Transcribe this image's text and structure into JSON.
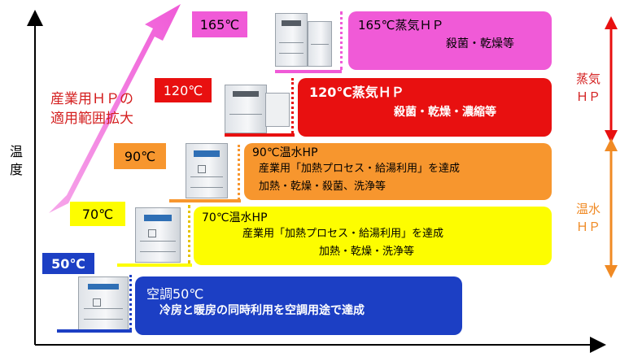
{
  "axes": {
    "y_label_line1": "温",
    "y_label_line2": "度"
  },
  "arrow_text": {
    "line1": "産業用ＨＰの",
    "line2": "適用範囲拡大"
  },
  "levels": [
    {
      "temp": "50℃",
      "title": "空調50℃",
      "line1": "冷房と暖房の同時利用を空調用途で達成",
      "line2": ""
    },
    {
      "temp": "70℃",
      "title": "70℃温水HP",
      "line1": "産業用「加熱プロセス・給湯利用」を達成",
      "line2": "加熱・乾燥・洗浄等"
    },
    {
      "temp": "90℃",
      "title": "90℃温水HP",
      "line1": "産業用「加熱プロセス・給湯利用」を達成",
      "line2": "加熱・乾燥・殺菌、洗浄等"
    },
    {
      "temp": "120℃",
      "title": "120℃蒸気ＨＰ",
      "line1": "殺菌・乾燥・濃縮等",
      "line2": ""
    },
    {
      "temp": "165℃",
      "title": "165℃蒸気ＨＰ",
      "line1": "殺菌・乾燥等",
      "line2": ""
    }
  ],
  "side_labels": {
    "steam_line1": "蒸気",
    "steam_line2": "ＨＰ",
    "hotwater_line1": "温水",
    "hotwater_line2": "ＨＰ"
  },
  "colors": {
    "blue": "#1c3fc4",
    "yellow": "#fdfd00",
    "orange": "#f7962e",
    "red": "#e81010",
    "pink": "#f05ad7",
    "steam_text": "#d41f1f",
    "hotwater_text": "#f08a24"
  }
}
